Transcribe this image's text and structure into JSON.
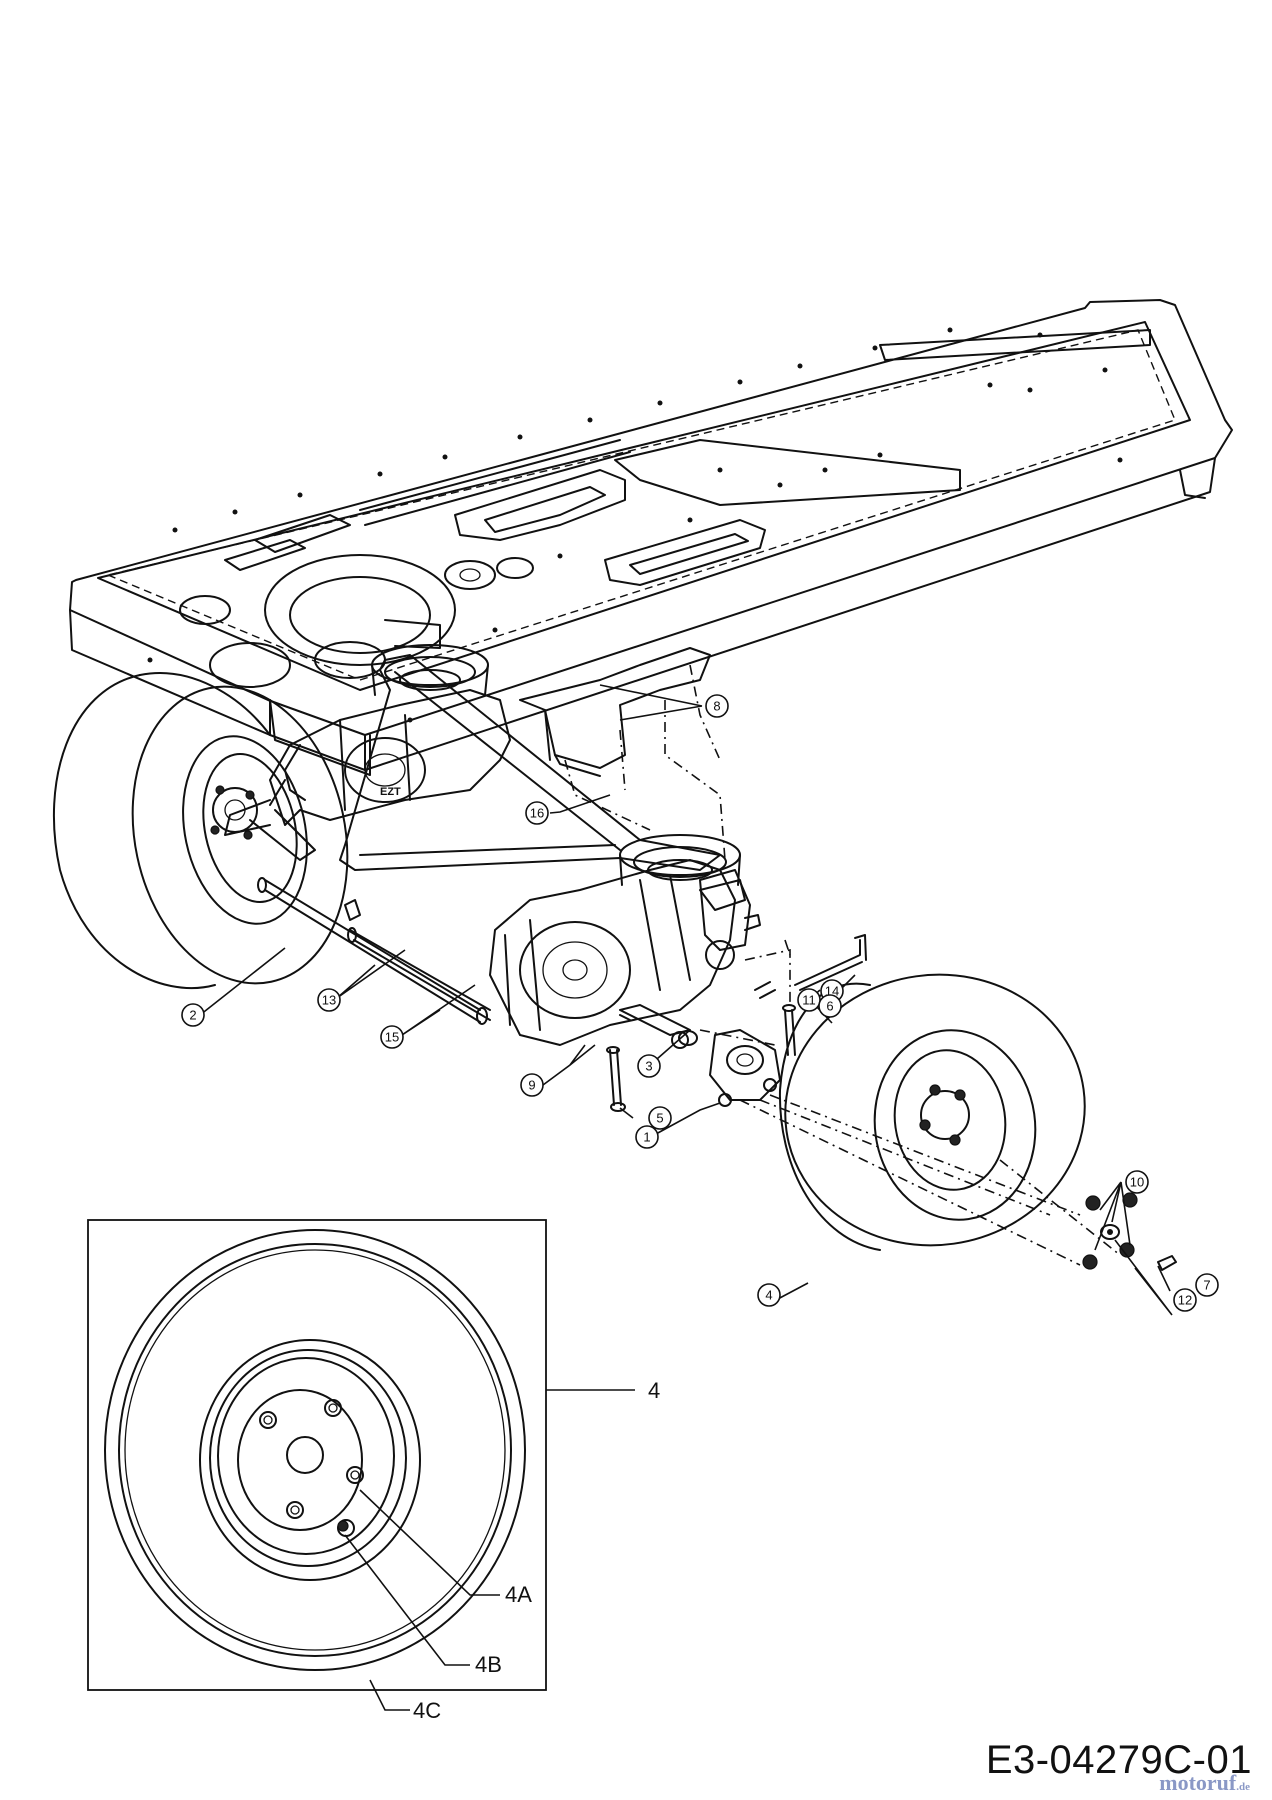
{
  "callouts": {
    "c1": "1",
    "c2": "2",
    "c3": "3",
    "c4": "4",
    "c5": "5",
    "c6": "6",
    "c7": "7",
    "c8": "8",
    "c9": "9",
    "c10": "10",
    "c11": "11",
    "c12": "12",
    "c13": "13",
    "c14": "14",
    "c15": "15",
    "c16": "16"
  },
  "detail": {
    "label_4": "4",
    "label_4A": "4A",
    "label_4B": "4B",
    "label_4C": "4C"
  },
  "drawing_code": "E3-04279C-01",
  "watermark": {
    "text": "motoruf",
    "suffix": ".de"
  }
}
